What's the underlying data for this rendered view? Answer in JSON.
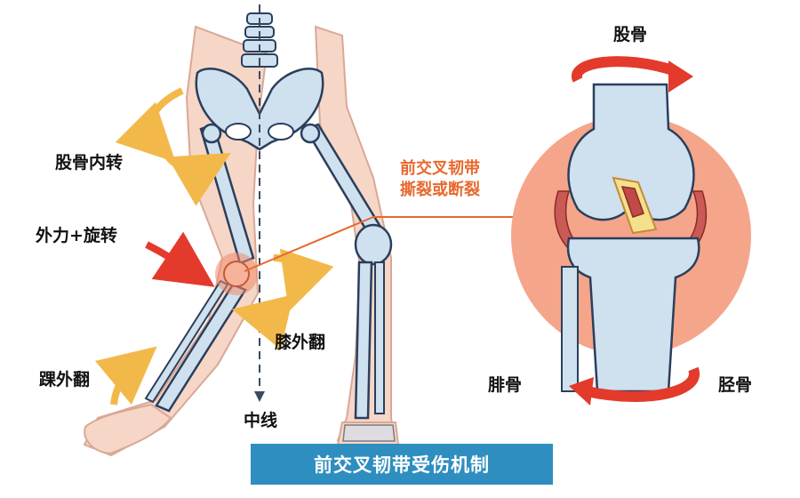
{
  "labels": {
    "femur_internal_rotation": "股骨内转",
    "external_force_rotation": "外力+旋转",
    "ankle_eversion": "踝外翻",
    "knee_valgus": "膝外翻",
    "midline": "中线",
    "acl_tear_line1": "前交叉韧带",
    "acl_tear_line2": "撕裂或断裂",
    "femur": "股骨",
    "fibula": "腓骨",
    "tibia": "胫骨"
  },
  "caption": "前交叉韧带受伤机制",
  "colors": {
    "skin": "#f6d6c7",
    "bone": "#cfe0ef",
    "bone_outline": "#2a3f5c",
    "rotation_arrow": "#f2b94a",
    "force_arrow": "#e33a2c",
    "injury_highlight": "#f08a6a",
    "knee_circle": "#f5a58a",
    "caption_bar": "#2e8ec0"
  }
}
